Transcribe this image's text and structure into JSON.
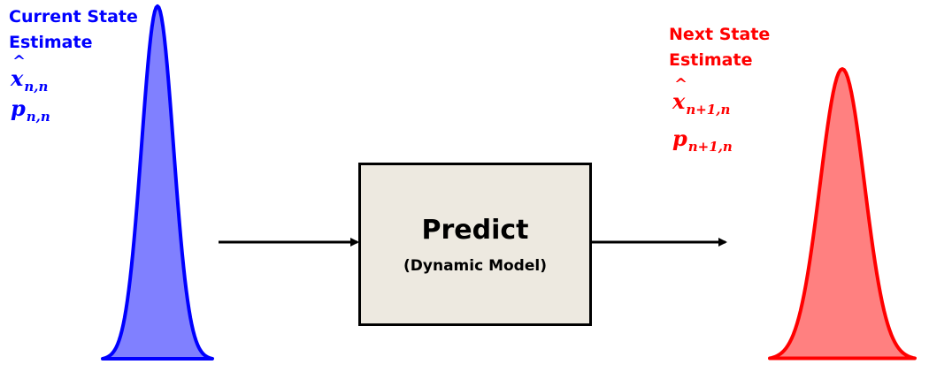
{
  "current_state": {
    "title_line1": "Current State",
    "title_line2": "Estimate",
    "x_symbol": "x",
    "x_subscript": "n,n",
    "p_symbol": "p",
    "p_subscript": "n,n",
    "color": "#0000ff",
    "fill": "#8080ff"
  },
  "predict": {
    "title": "Predict",
    "subtitle": "(Dynamic Model)",
    "box_fill": "#ede9e0"
  },
  "next_state": {
    "title_line1": "Next State",
    "title_line2": "Estimate",
    "x_symbol": "x",
    "x_subscript": "n+1,n",
    "p_symbol": "p",
    "p_subscript": "n+1,n",
    "color": "#ff0000",
    "fill": "#ff8080"
  }
}
